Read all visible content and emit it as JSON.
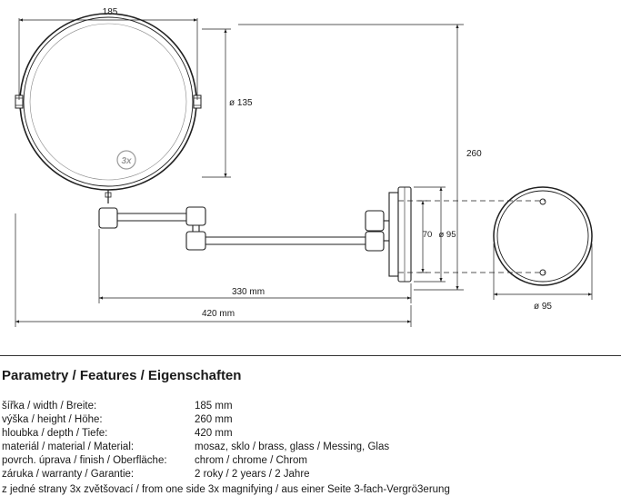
{
  "drawing": {
    "dimensions": {
      "mirror_width": "185",
      "mirror_diameter": "ø 135",
      "total_height": "260",
      "plate_height": "70",
      "plate_diameter": "ø 95",
      "arm_length": "330 mm",
      "total_depth": "420 mm",
      "base_diameter": "ø 95"
    },
    "magnify_badge": "3x",
    "line_color": "#1f1f1f"
  },
  "features": {
    "title": "Parametry / Features / Eigenschaften",
    "rows": [
      {
        "label": "šířka / width / Breite:",
        "value": "185 mm"
      },
      {
        "label": "výška / height / Höhe:",
        "value": "260 mm"
      },
      {
        "label": "hloubka / depth / Tiefe:",
        "value": "420 mm"
      },
      {
        "label": "materiál / material / Material:",
        "value": "mosaz, sklo / brass, glass / Messing, Glas"
      },
      {
        "label": "povrch. úprava / finish / Oberfläche:",
        "value": "chrom / chrome / Chrom"
      },
      {
        "label": "záruka / warranty / Garantie:",
        "value": "2 roky / 2 years / 2 Jahre"
      }
    ],
    "note": "z jedné strany 3x zvětšovací / from one side 3x magnifying / aus einer Seite 3-fach-Vergrö3erung"
  }
}
